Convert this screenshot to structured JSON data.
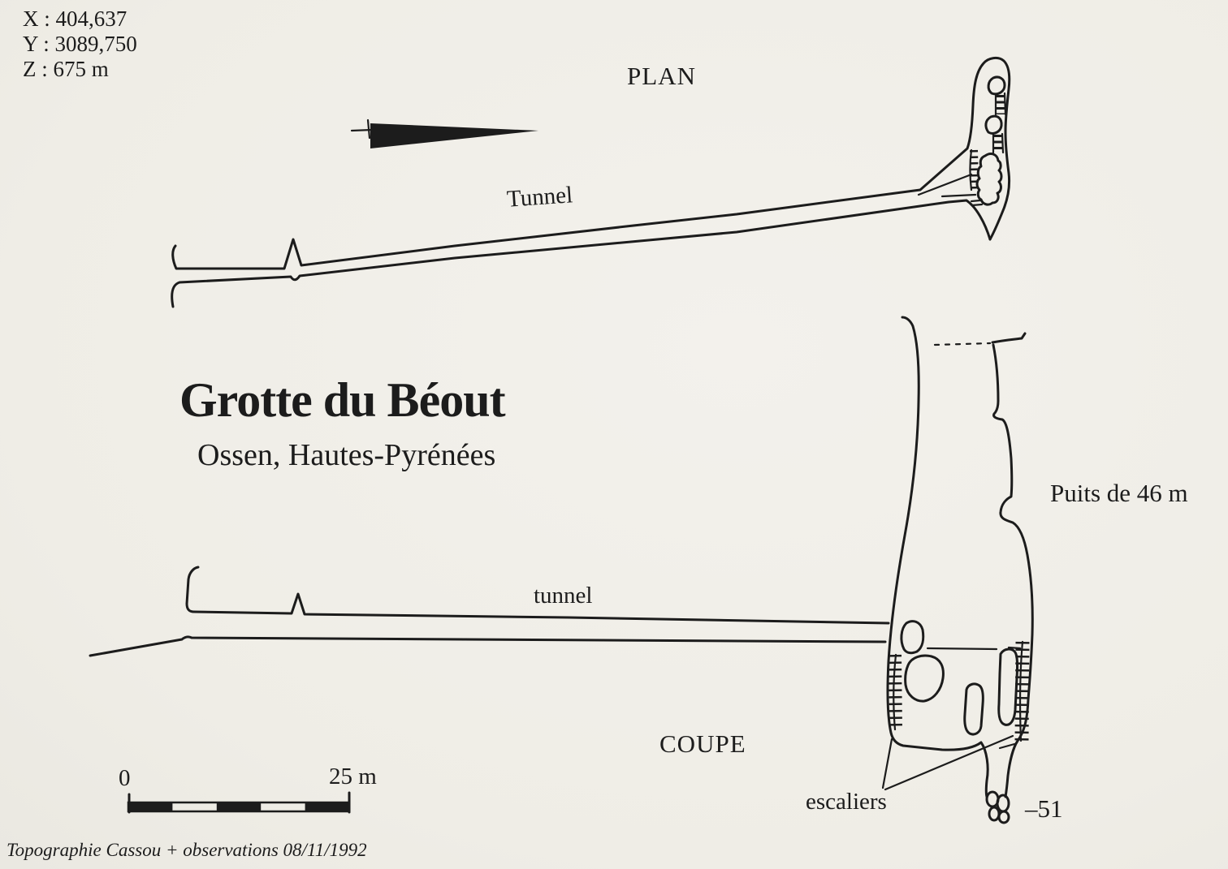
{
  "colors": {
    "paper": "#f1efe9",
    "ink": "#1c1c1c"
  },
  "survey": {
    "coordinates": {
      "x": "X : 404,637",
      "y": "Y : 3089,750",
      "z": "Z : 675 m"
    },
    "title": "Grotte du Béout",
    "subtitle": "Ossen, Hautes-Pyrénées",
    "plan": {
      "label": "PLAN",
      "tunnel_label": "Tunnel"
    },
    "coupe": {
      "label": "COUPE",
      "tunnel_label": "tunnel",
      "pit_label": "Puits de 46 m",
      "stairs_label": "escaliers",
      "depth_label": "–51"
    },
    "scale_bar": {
      "zero_label": "0",
      "max_label": "25 m"
    },
    "credit": "Topographie Cassou + observations 08/11/1992"
  }
}
